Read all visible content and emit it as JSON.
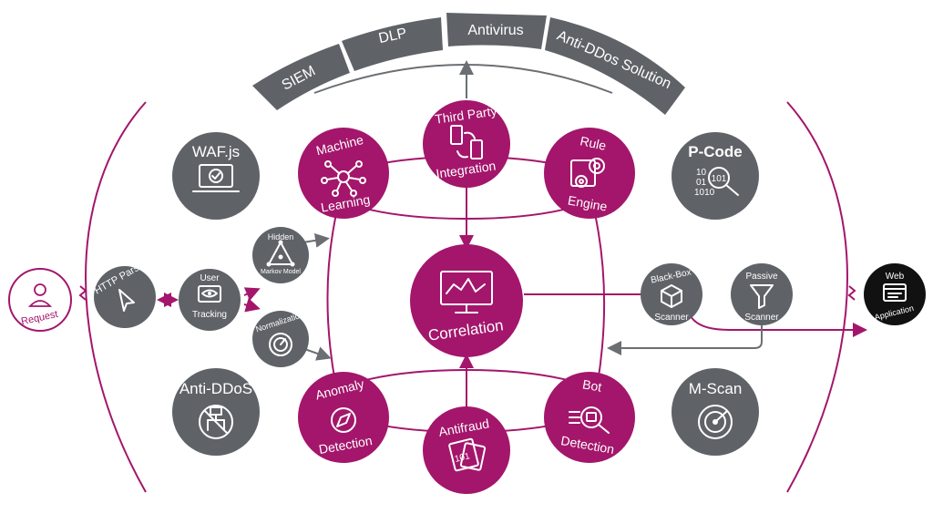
{
  "arc_segments": [
    "SIEM",
    "DLP",
    "Antivirus",
    "Anti-DDos Solution"
  ],
  "core_nodes": {
    "third_party": [
      "Third Party",
      "Integration"
    ],
    "machine_learning": [
      "Machine",
      "Learning"
    ],
    "rule_engine": [
      "Rule",
      "Engine"
    ],
    "correlation": "Correlation",
    "anomaly_detection": [
      "Anomaly",
      "Detection"
    ],
    "bot_detection": [
      "Bot",
      "Detection"
    ],
    "antifraud": "Antifraud",
    "antifraud_badge": "101"
  },
  "outer_nodes": {
    "wafjs": "WAF.js",
    "pcode": "P-Code",
    "pcode_bits": [
      "10",
      "101",
      "01",
      "1010"
    ],
    "anti_ddos": "Anti-DDoS",
    "mscan": "M-Scan"
  },
  "pipeline_nodes": {
    "request": "Request",
    "http_parser": "HTTP Parser",
    "user_tracking": [
      "User",
      "Tracking"
    ],
    "hidden_markov": [
      "Hidden",
      "Markov Model"
    ],
    "normalization": "Normalization",
    "blackbox_scanner": [
      "Black-Box",
      "Scanner"
    ],
    "passive_scanner": [
      "Passive",
      "Scanner"
    ],
    "web_application": [
      "Web",
      "Application"
    ]
  },
  "colors": {
    "magenta": "#A3166B",
    "gray": "#5F6368",
    "dark": "#111111",
    "line": "#A3166B",
    "arrow": "#6B6F73"
  }
}
